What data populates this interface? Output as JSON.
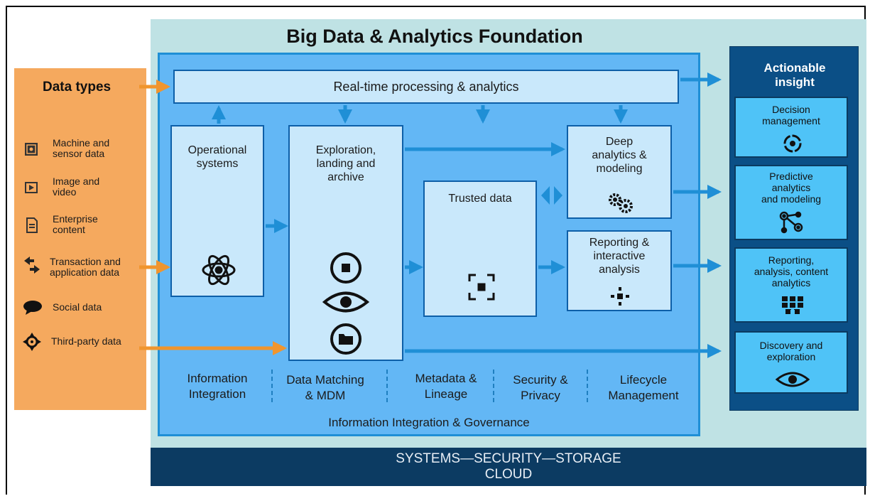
{
  "title": "Big Data & Analytics Foundation",
  "data_types": {
    "heading": "Data types",
    "items": [
      {
        "label_line1": "Machine and",
        "label_line2": "sensor data",
        "icon": "sensor-icon"
      },
      {
        "label_line1": "Image and",
        "label_line2": "video",
        "icon": "video-icon"
      },
      {
        "label_line1": "Enterprise",
        "label_line2": "content",
        "icon": "document-icon"
      },
      {
        "label_line1": "Transaction and",
        "label_line2": "application data",
        "icon": "transaction-icon"
      },
      {
        "label_line1": "Social data",
        "label_line2": "",
        "icon": "speech-bubble-icon"
      },
      {
        "label_line1": "Third-party data",
        "label_line2": "",
        "icon": "crosshair-icon"
      }
    ]
  },
  "boxes": {
    "realtime": "Real-time processing & analytics",
    "operational_l1": "Operational",
    "operational_l2": "systems",
    "exploration_l1": "Exploration,",
    "exploration_l2": "landing and",
    "exploration_l3": "archive",
    "trusted": "Trusted data",
    "deep_l1": "Deep",
    "deep_l2": "analytics &",
    "deep_l3": "modeling",
    "reporting_l1": "Reporting &",
    "reporting_l2": "interactive",
    "reporting_l3": "analysis"
  },
  "governance": {
    "items": [
      {
        "l1": "Information",
        "l2": "Integration"
      },
      {
        "l1": "Data Matching",
        "l2": "& MDM"
      },
      {
        "l1": "Metadata &",
        "l2": "Lineage"
      },
      {
        "l1": "Security &",
        "l2": "Privacy"
      },
      {
        "l1": "Lifecycle",
        "l2": "Management"
      }
    ],
    "footer": "Information Integration & Governance"
  },
  "insight": {
    "heading_l1": "Actionable",
    "heading_l2": "insight",
    "items": [
      {
        "l1": "Decision",
        "l2": "management",
        "l3": "",
        "icon": "target-icon"
      },
      {
        "l1": "Predictive",
        "l2": "analytics",
        "l3": "and modeling",
        "icon": "network-icon"
      },
      {
        "l1": "Reporting,",
        "l2": "analysis, content",
        "l3": "analytics",
        "icon": "grid-icon"
      },
      {
        "l1": "Discovery and",
        "l2": "exploration",
        "l3": "",
        "icon": "eye-icon"
      }
    ]
  },
  "bottom": {
    "line1": "SYSTEMS—SECURITY—STORAGE",
    "line2": "CLOUD"
  },
  "colors": {
    "orange": "#f5a95e",
    "arrow_orange": "#f0952e",
    "main_blue": "#63b7f5",
    "arrow_blue": "#1f8fd6",
    "navy": "#0b4f86"
  }
}
